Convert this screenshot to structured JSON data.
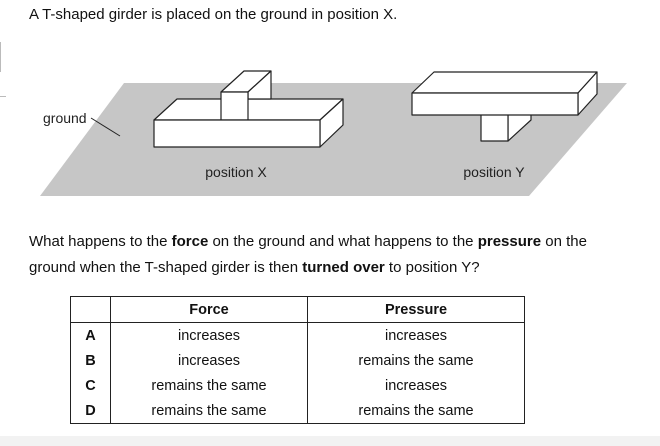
{
  "intro_text": "A T-shaped girder is placed on the ground in position X.",
  "figure": {
    "ground_label": "ground",
    "position_x_label": "position X",
    "position_y_label": "position Y"
  },
  "question": {
    "part1": "What happens to the ",
    "bold1": "force",
    "part2": " on the ground and what happens to the ",
    "bold2": "pressure",
    "part3": " on the ground when the T-shaped girder is then ",
    "bold3": "turned over",
    "part4": " to position Y?"
  },
  "table": {
    "headers": [
      "",
      "Force",
      "Pressure"
    ],
    "rows": [
      {
        "letter": "A",
        "force": "increases",
        "pressure": "increases"
      },
      {
        "letter": "B",
        "force": "increases",
        "pressure": "remains the same"
      },
      {
        "letter": "C",
        "force": "remains the same",
        "pressure": "increases"
      },
      {
        "letter": "D",
        "force": "remains the same",
        "pressure": "remains the same"
      }
    ]
  }
}
